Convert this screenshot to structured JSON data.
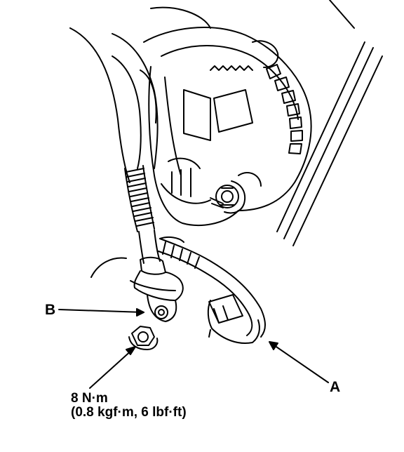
{
  "callouts": {
    "a": "A",
    "b": "B"
  },
  "torque": {
    "line1": "8 N·m",
    "line2": "(0.8 kgf·m, 6 lbf·ft)"
  },
  "colors": {
    "ink": "#000000",
    "paper": "#ffffff"
  }
}
